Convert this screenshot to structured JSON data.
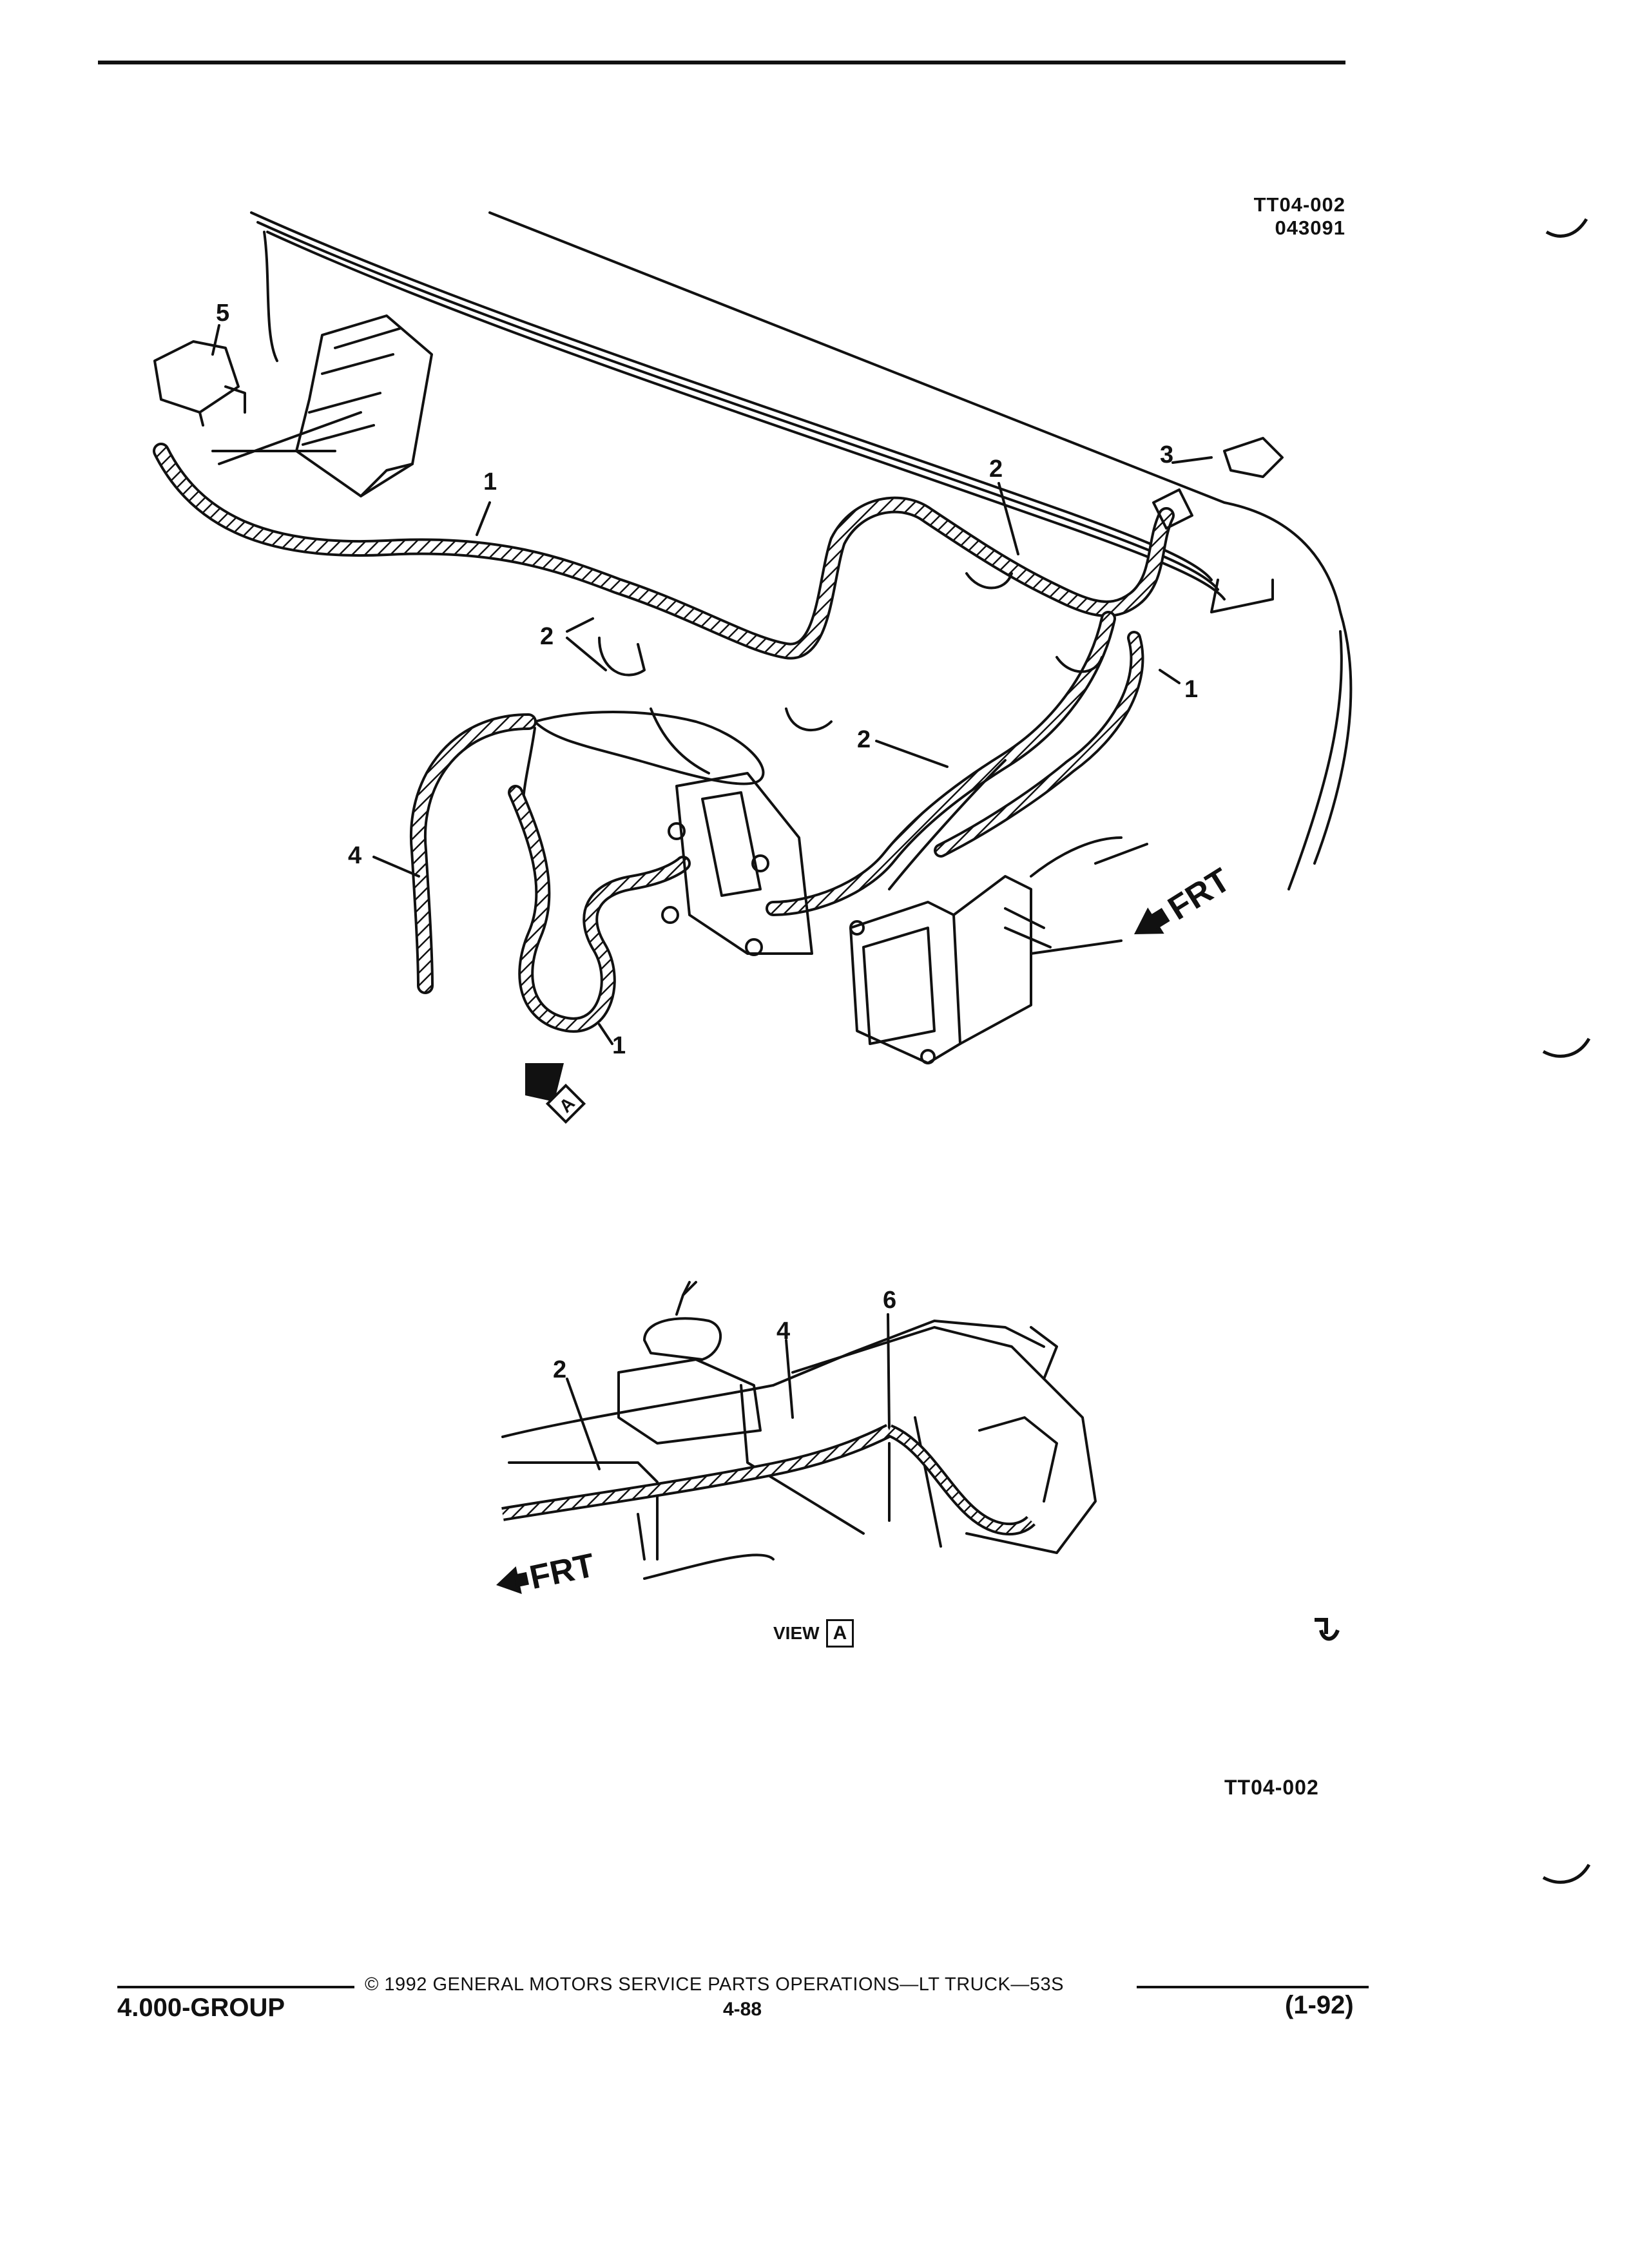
{
  "figure": {
    "code": "TT04-002",
    "date_code": "043091",
    "bottom_code": "TT04-002"
  },
  "callouts": {
    "c1": "1",
    "c2": "2",
    "c3": "3",
    "c4": "4",
    "c5": "5",
    "c6": "6"
  },
  "labels": {
    "frt": "FRT",
    "view_word": "VIEW",
    "view_letter": "A"
  },
  "footer": {
    "copyright": "© 1992 GENERAL MOTORS SERVICE PARTS OPERATIONS—LT TRUCK—53S",
    "group": "4.000-GROUP",
    "page": "4-88",
    "date": "(1-92)"
  },
  "colors": {
    "ink": "#111111",
    "paper": "#ffffff"
  }
}
